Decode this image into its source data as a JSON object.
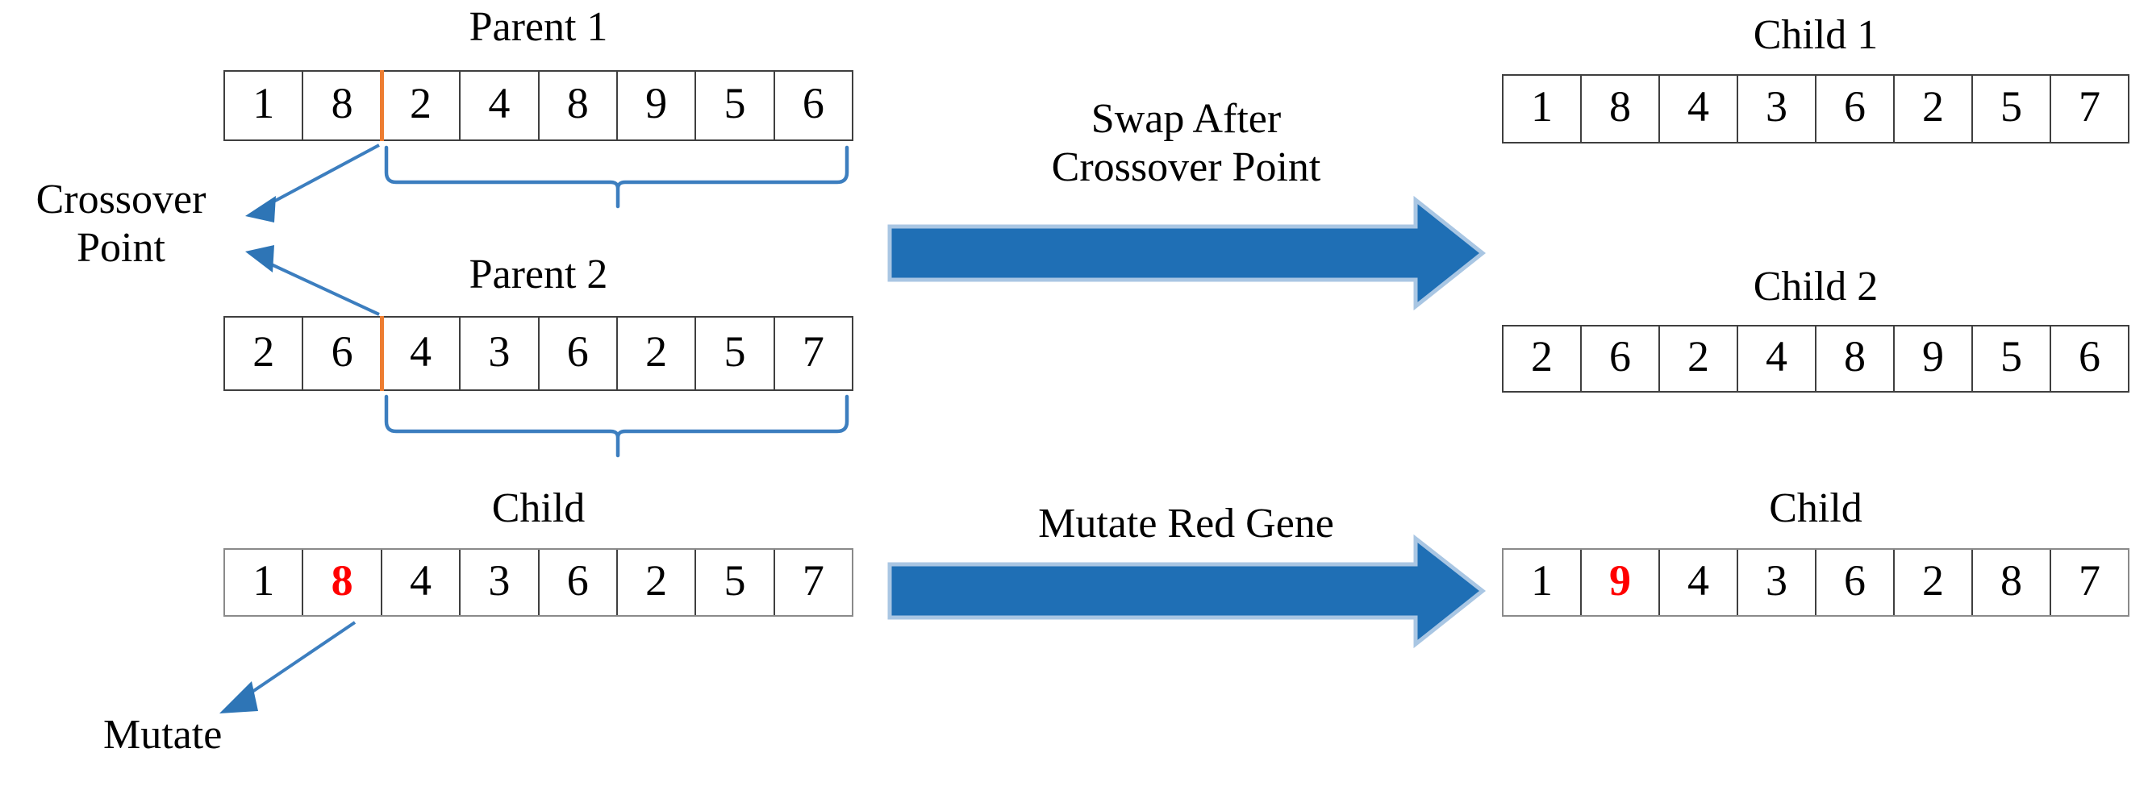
{
  "diagram": {
    "title_hidden": "Genetic Algorithm Crossover and Mutation",
    "colors": {
      "arrow_blue": "#1F6FB5",
      "arrow_blue_outline": "#A9C6E3",
      "thin_arrow_blue": "#3C7EBF",
      "crossover_orange": "#ED7D31",
      "mutated_red": "#FF0000",
      "cell_border": "#3F3F3F"
    },
    "rows": {
      "parent1": {
        "caption": "Parent 1",
        "genes": [
          "1",
          "8",
          "2",
          "4",
          "8",
          "9",
          "5",
          "6"
        ],
        "crossover_after_index": 2
      },
      "parent2": {
        "caption": "Parent 2",
        "genes": [
          "2",
          "6",
          "4",
          "3",
          "6",
          "2",
          "5",
          "7"
        ],
        "crossover_after_index": 2
      },
      "child1": {
        "caption": "Child 1",
        "genes": [
          "1",
          "8",
          "4",
          "3",
          "6",
          "2",
          "5",
          "7"
        ]
      },
      "child2": {
        "caption": "Child 2",
        "genes": [
          "2",
          "6",
          "2",
          "4",
          "8",
          "9",
          "5",
          "6"
        ]
      },
      "child_before_mutation": {
        "caption": "Child",
        "genes": [
          "1",
          "8",
          "4",
          "3",
          "6",
          "2",
          "5",
          "7"
        ],
        "mutated_index": 1
      },
      "child_after_mutation": {
        "caption": "Child",
        "genes": [
          "1",
          "9",
          "4",
          "3",
          "6",
          "2",
          "8",
          "7"
        ],
        "mutated_index": 1
      }
    },
    "labels": {
      "crossover_point_line1": "Crossover",
      "crossover_point_line2": "Point",
      "mutate": "Mutate"
    },
    "arrows": {
      "swap_line1": "Swap After",
      "swap_line2": "Crossover Point",
      "mutate_label": "Mutate Red Gene"
    }
  }
}
